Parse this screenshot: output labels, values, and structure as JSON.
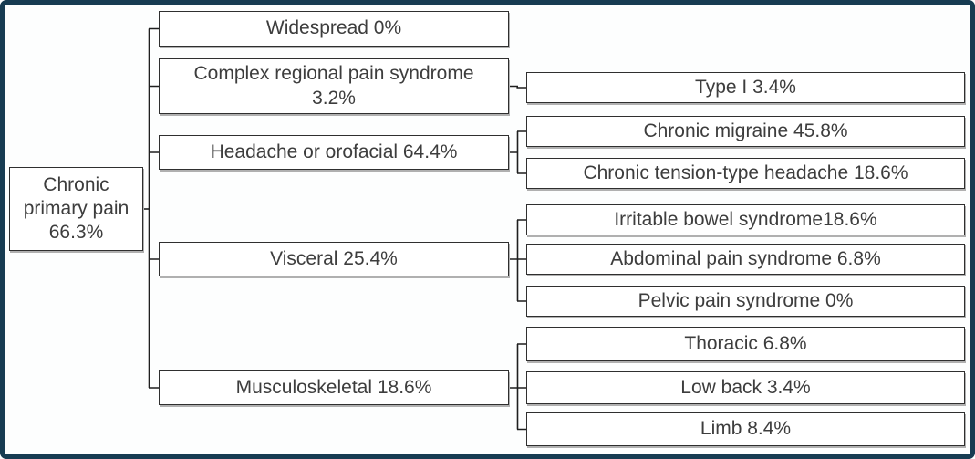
{
  "tree": {
    "root": {
      "label": "Chronic\nprimary pain\n66.3%"
    },
    "branches": [
      {
        "label": "Widespread 0%",
        "children": []
      },
      {
        "label": "Complex regional pain syndrome\n3.2%",
        "children": [
          {
            "label": "Type I 3.4%"
          }
        ]
      },
      {
        "label": "Headache or orofacial 64.4%",
        "children": [
          {
            "label": "Chronic migraine 45.8%"
          },
          {
            "label": "Chronic tension-type headache 18.6%"
          }
        ]
      },
      {
        "label": "Visceral 25.4%",
        "children": [
          {
            "label": "Irritable bowel syndrome18.6%"
          },
          {
            "label": "Abdominal pain syndrome 6.8%"
          },
          {
            "label": "Pelvic pain syndrome 0%"
          }
        ]
      },
      {
        "label": "Musculoskeletal 18.6%",
        "children": [
          {
            "label": "Thoracic 6.8%"
          },
          {
            "label": "Low back 3.4%"
          },
          {
            "label": "Limb 8.4%"
          }
        ]
      }
    ]
  },
  "colors": {
    "frame_border": "#173c52",
    "box_border": "#2f2f2f",
    "box_shadow": "#b0b0b0",
    "text": "#3d3d3d",
    "connector": "#1f1f1f",
    "background": "#ffffff"
  }
}
